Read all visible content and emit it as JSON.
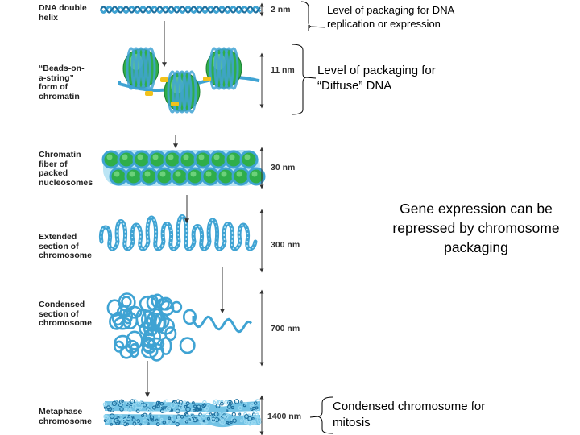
{
  "stages": [
    {
      "label": "DNA double\nhelix",
      "size": "2 nm"
    },
    {
      "label": "“Beads-on-\na-string”\nform of\nchromatin",
      "size": "11 nm"
    },
    {
      "label": "Chromatin\nfiber of\npacked\nnucleosomes",
      "size": "30 nm"
    },
    {
      "label": "Extended\nsection of\nchromosome",
      "size": "300 nm"
    },
    {
      "label": "Condensed\nsection of\nchromosome",
      "size": "700 nm"
    },
    {
      "label": "Metaphase\nchromosome",
      "size": "1400 nm"
    }
  ],
  "annotations": {
    "replication": "Level of packaging for DNA\nreplication or expression",
    "diffuse": "Level of packaging for\n“Diffuse” DNA",
    "gene_expression": "Gene expression can be\nrepressed by chromosome\npackaging",
    "mitosis": "Condensed chromosome for\nmitosis"
  },
  "colors": {
    "dna": "#3fa3d3",
    "dna_dark": "#1d6f9e",
    "histone": "#2fae4a",
    "linker": "#f2c21b"
  }
}
